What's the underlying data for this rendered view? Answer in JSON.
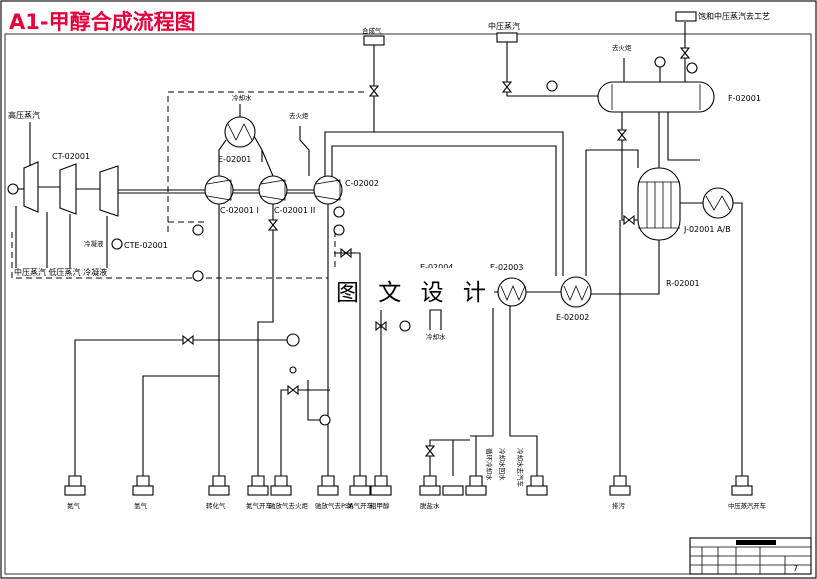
{
  "title": "A1-甲醇合成流程图",
  "watermark": "图 文 设 计",
  "colors": {
    "title": "#e8003a",
    "line": "#000000",
    "background": "#ffffff"
  },
  "sheet_number": "7",
  "labels": {
    "high_pressure_steam": "高压蒸汽",
    "ct": "CT-02001",
    "cte": "CTE-02001",
    "condensate_small": "冷凝液",
    "bottom_steam": "中压蒸汽 低压蒸汽 冷凝液",
    "syngas": "合成气",
    "cooling_water_top": "冷却水",
    "to_torch_top": "去火炬",
    "e02001": "E-02001",
    "c02001_1": "C-02001 I",
    "c02001_2": "C-02001 II",
    "c02002": "C-02002",
    "mp_steam": "中压蒸汽",
    "to_torch_drum": "去火炬",
    "sat_mp_steam": "饱和中压蒸汽去工艺",
    "f02001": "F-02001",
    "j02001": "J-02001 A/B",
    "r02001": "R-02001",
    "e02002": "E-02002",
    "e02003": "E-02003",
    "e02004": "E-02004",
    "cooling_water_mid": "冷却水",
    "vert_label_1": "循环冷却水",
    "vert_label_2": "冷却水回水",
    "vert_label_3": "冷却水去汽车"
  },
  "terminals": [
    "氮气",
    "氢气",
    "转化气",
    "氮气开车",
    "驰放气去火炬",
    "驰放气去PSA",
    "氮气开车",
    "粗甲醇",
    "脱盐水",
    "排污",
    "中压蒸汽开车"
  ]
}
